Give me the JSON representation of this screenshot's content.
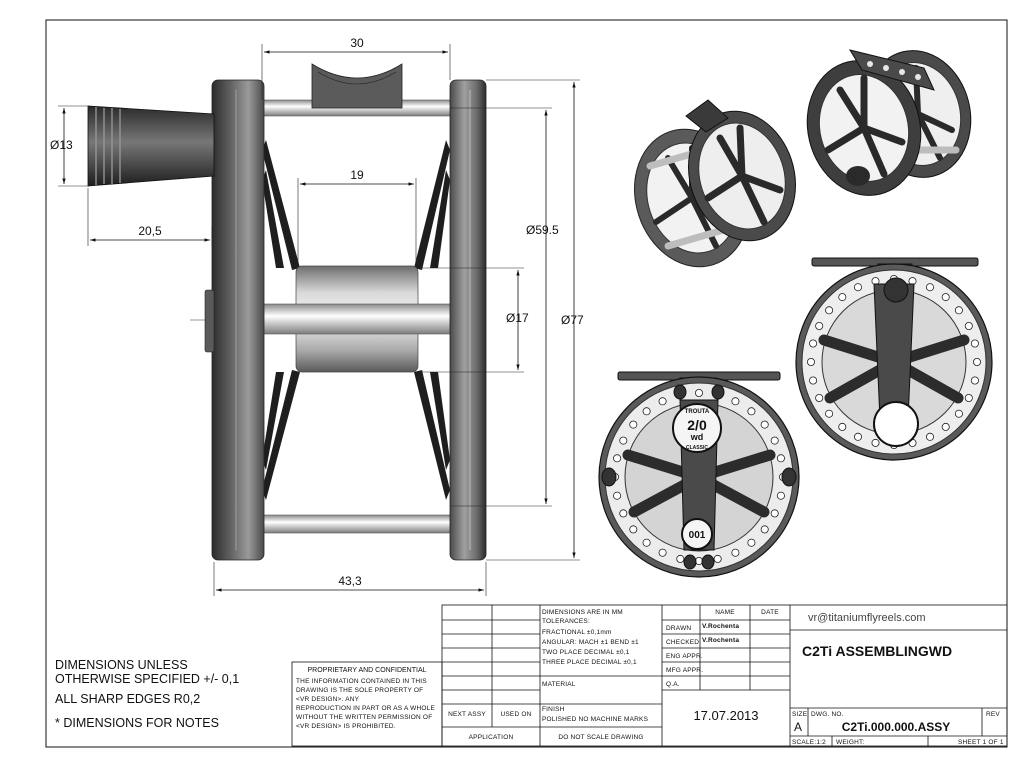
{
  "dimensions": {
    "d30": "30",
    "d19": "19",
    "d13": "Ø13",
    "d20_5": "20,5",
    "d59_5": "Ø59.5",
    "d17": "Ø17",
    "d77": "Ø77",
    "d43_3": "43,3"
  },
  "reel_markings": {
    "center_top": "TROUTA",
    "center_size": "2/0",
    "center_wd": "wd",
    "center_bottom": "CLASSIC",
    "serial": "001"
  },
  "notes": {
    "line1": "DIMENSIONS UNLESS",
    "line2": "OTHERWISE SPECIFIED +/- 0,1",
    "line3": "ALL SHARP EDGES R0,2",
    "line4": "* DIMENSIONS FOR NOTES"
  },
  "proprietary": {
    "title": "PROPRIETARY AND CONFIDENTIAL",
    "l1": "THE INFORMATION CONTAINED IN THIS",
    "l2": "DRAWING IS THE SOLE PROPERTY OF",
    "l3": "<VR DESIGN>. ANY",
    "l4": "REPRODUCTION IN PART OR AS A WHOLE",
    "l5": "WITHOUT THE WRITTEN PERMISSION OF",
    "l6": "<VR DESIGN> IS PROHIBITED."
  },
  "assy": {
    "next_assy": "NEXT ASSY",
    "used_on": "USED ON",
    "application": "APPLICATION"
  },
  "tolerances": {
    "l1": "DIMENSIONS ARE IN MM",
    "l2": "TOLERANCES:",
    "l3": "FRACTIONAL ±0,1mm",
    "l4": "ANGULAR: MACH ±1  BEND ±1",
    "l5": "TWO PLACE DECIMAL   ±0,1",
    "l6": "THREE PLACE DECIMAL  ±0,1",
    "material": "MATERIAL",
    "finish_label": "FINISH",
    "finish": "POLISHED NO MACHINE MARKS",
    "do_not_scale": "DO NOT SCALE DRAWING"
  },
  "signoff": {
    "name_header": "NAME",
    "date_header": "DATE",
    "drawn": "DRAWN",
    "drawn_name": "V.Rochenta",
    "checked": "CHECKED",
    "checked_name": "V.Rochenta",
    "eng_appr": "ENG APPR.",
    "mfg_appr": "MFG APPR.",
    "qa": "Q.A.",
    "date": "17.07.2013"
  },
  "title_block": {
    "email": "vr@titaniumflyreels.com",
    "title": "C2Ti ASSEMBLINGWD",
    "size_label": "SIZE",
    "size": "A",
    "dwg_no_label": "DWG. NO.",
    "dwg_no": "C2Ti.000.000.ASSY",
    "rev_label": "REV",
    "scale": "SCALE:1:2",
    "weight": "WEIGHT:",
    "sheet": "SHEET 1 OF 1"
  }
}
